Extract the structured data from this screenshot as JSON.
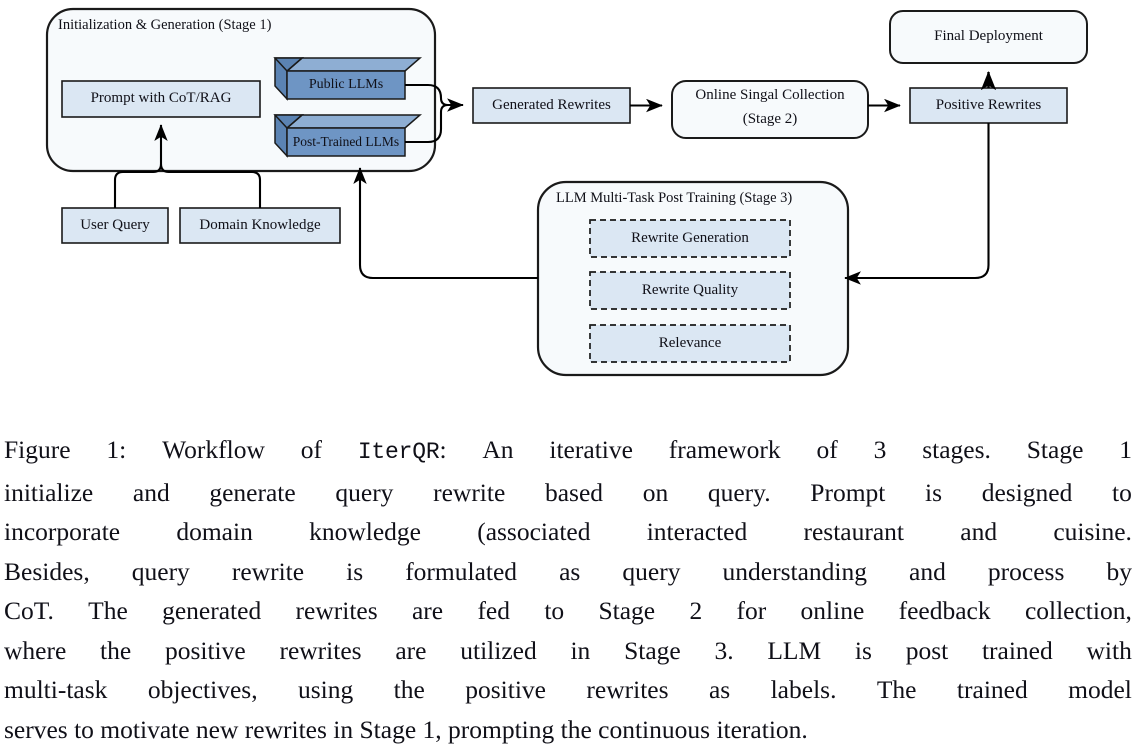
{
  "figure": {
    "stages": [
      {
        "id": "stage1",
        "title": "Initialization & Generation (Stage 1)",
        "container_fill": "#F7FAFC",
        "container_stroke": "#1A1A1A"
      },
      {
        "id": "stage2",
        "title": "Online Singal Collection",
        "title_line2": "(Stage 2)"
      },
      {
        "id": "stage3",
        "title": "LLM Multi-Task Post Training (Stage 3)",
        "container_fill": "#F7FAFC",
        "container_stroke": "#1A1A1A"
      }
    ],
    "nodes": {
      "prompt": {
        "label": "Prompt with CoT/RAG"
      },
      "public_llms": {
        "label": "Public LLMs"
      },
      "post_trained_llms": {
        "label": "Post-Trained LLMs"
      },
      "user_query": {
        "label": "User Query"
      },
      "domain_knowledge": {
        "label": "Domain Knowledge"
      },
      "generated_rewrites": {
        "label": "Generated Rewrites"
      },
      "online_signal_collection": {
        "label": "Online Singal Collection",
        "label2": "(Stage 2)"
      },
      "positive_rewrites": {
        "label": "Positive Rewrites"
      },
      "final_deployment": {
        "label": "Final Deployment"
      },
      "rewrite_generation": {
        "label": "Rewrite Generation"
      },
      "rewrite_quality": {
        "label": "Rewrite Quality"
      },
      "relevance": {
        "label": "Relevance"
      }
    },
    "colors": {
      "box_fill_light": "#DBE7F3",
      "box_stroke": "#1A1A1A",
      "llm_front_fill": "#6E95C4",
      "llm_top_fill": "#8EAED3",
      "llm_side_fill": "#5B83B3",
      "container_fill": "#F7FAFC",
      "page_bg": "#FFFFFF",
      "line": "#000000"
    }
  },
  "caption": {
    "lines": [
      {
        "parts": [
          {
            "t": "Figure 1: Workflow of "
          },
          {
            "t": "IterQR",
            "mono": true
          },
          {
            "t": ": An iterative framework of 3 stages.  Stage 1"
          }
        ],
        "justify": true
      },
      {
        "parts": [
          {
            "t": "initialize and generate query rewrite based on query.  Prompt is designed to"
          }
        ],
        "justify": true
      },
      {
        "parts": [
          {
            "t": "incorporate domain knowledge (associated interacted restaurant and cuisine."
          }
        ],
        "justify": true
      },
      {
        "parts": [
          {
            "t": "Besides, query rewrite is formulated as query understanding and process by"
          }
        ],
        "justify": true
      },
      {
        "parts": [
          {
            "t": "CoT. The generated rewrites are fed to Stage 2 for online feedback collection,"
          }
        ],
        "justify": true
      },
      {
        "parts": [
          {
            "t": "where the positive rewrites are utilized in Stage 3.  LLM is post trained with"
          }
        ],
        "justify": true
      },
      {
        "parts": [
          {
            "t": "multi-task objectives, using the positive rewrites as labels.  The trained model"
          }
        ],
        "justify": true
      },
      {
        "parts": [
          {
            "t": "serves to motivate new rewrites in Stage 1, prompting the continuous iteration."
          }
        ],
        "justify": false
      }
    ]
  }
}
